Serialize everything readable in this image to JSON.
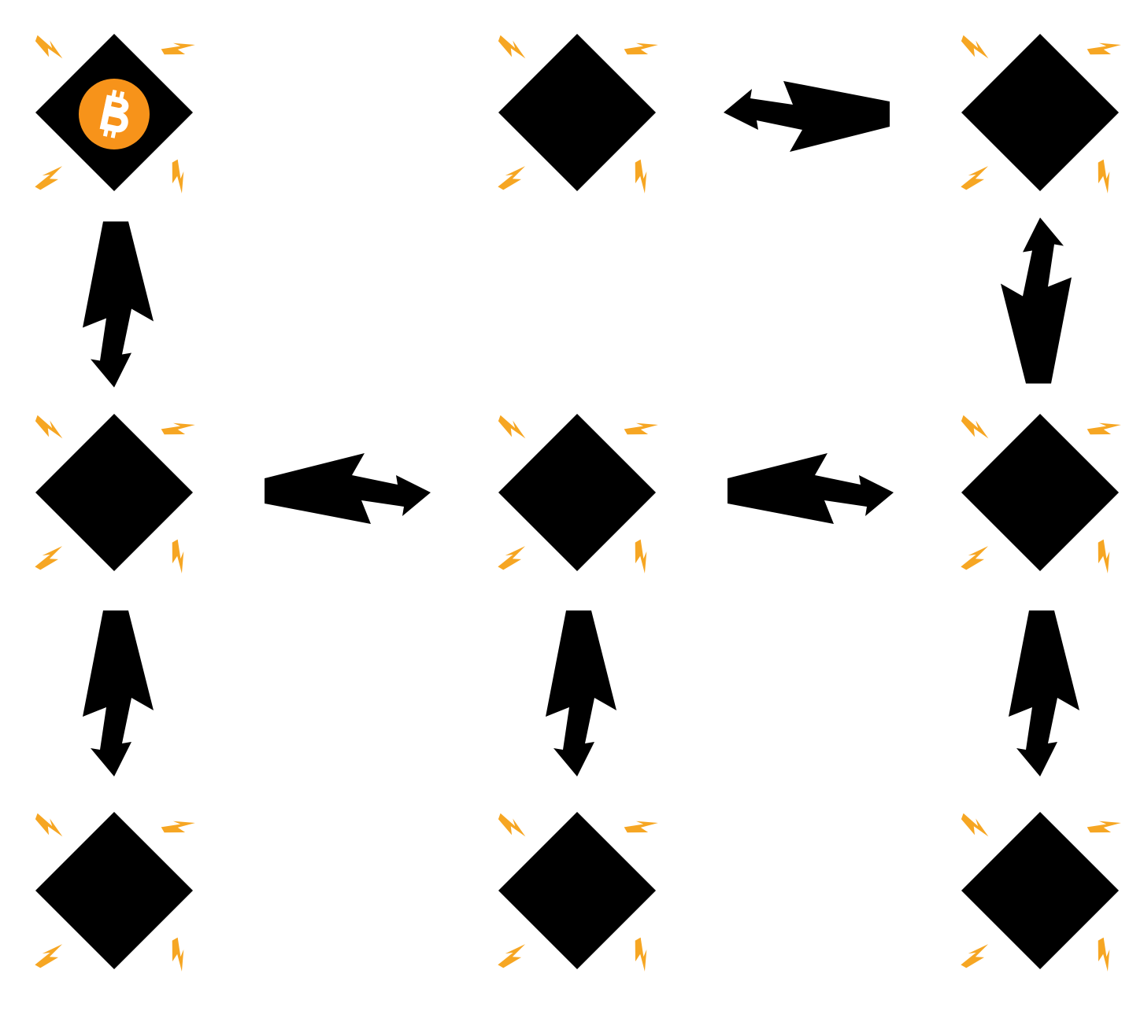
{
  "diagram": {
    "kind": "lightning-network-payment-route",
    "title": "",
    "colors": {
      "background": "#ffffff",
      "node": "#000000",
      "spark": "#f6a623",
      "bitcoin_coin": "#f7931a",
      "bitcoin_symbol": "#ffffff",
      "arrow": "#000000"
    },
    "nodes": [
      {
        "id": "n11",
        "row": 1,
        "col": 1,
        "has_bitcoin": true
      },
      {
        "id": "n12",
        "row": 1,
        "col": 2,
        "has_bitcoin": false
      },
      {
        "id": "n13",
        "row": 1,
        "col": 3,
        "has_bitcoin": false
      },
      {
        "id": "n21",
        "row": 2,
        "col": 1,
        "has_bitcoin": false
      },
      {
        "id": "n22",
        "row": 2,
        "col": 2,
        "has_bitcoin": false
      },
      {
        "id": "n23",
        "row": 2,
        "col": 3,
        "has_bitcoin": false
      },
      {
        "id": "n31",
        "row": 3,
        "col": 1,
        "has_bitcoin": false
      },
      {
        "id": "n32",
        "row": 3,
        "col": 2,
        "has_bitcoin": false
      },
      {
        "id": "n33",
        "row": 3,
        "col": 3,
        "has_bitcoin": false
      }
    ],
    "edges": [
      {
        "from": "n11",
        "to": "n21",
        "direction": "down"
      },
      {
        "from": "n21",
        "to": "n31",
        "direction": "down"
      },
      {
        "from": "n21",
        "to": "n22",
        "direction": "right"
      },
      {
        "from": "n22",
        "to": "n23",
        "direction": "right"
      },
      {
        "from": "n22",
        "to": "n32",
        "direction": "down"
      },
      {
        "from": "n23",
        "to": "n33",
        "direction": "down"
      },
      {
        "from": "n23",
        "to": "n13",
        "direction": "up"
      },
      {
        "from": "n13",
        "to": "n12",
        "direction": "left"
      }
    ],
    "icons": {
      "node": "diamond-node-icon",
      "spark": "spark-icon",
      "bitcoin": "bitcoin-icon",
      "edge": "lightning-bolt-arrow-icon"
    }
  }
}
